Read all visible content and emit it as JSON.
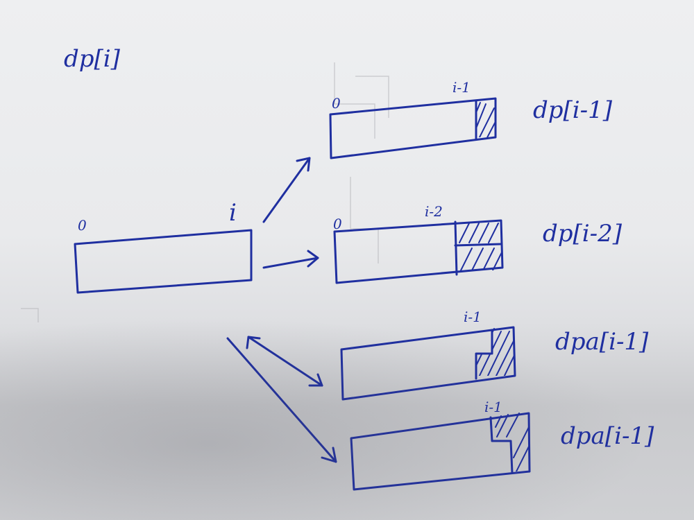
{
  "diagram": {
    "title": "dp[i]",
    "colors": {
      "ink": "#1f2fa0",
      "paper": "#eeeff1"
    },
    "source": {
      "left_label": "0",
      "right_label": "i"
    },
    "targets": [
      {
        "left_label": "0",
        "index_label": "i-1",
        "name": "dp[i-1]"
      },
      {
        "left_label": "0",
        "index_label": "i-2",
        "name": "dp[i-2]"
      },
      {
        "left_label": "",
        "index_label": "i-1",
        "name": "dpa[i-1]"
      },
      {
        "left_label": "",
        "index_label": "i-1",
        "name": "dpa[i-1]"
      }
    ]
  }
}
